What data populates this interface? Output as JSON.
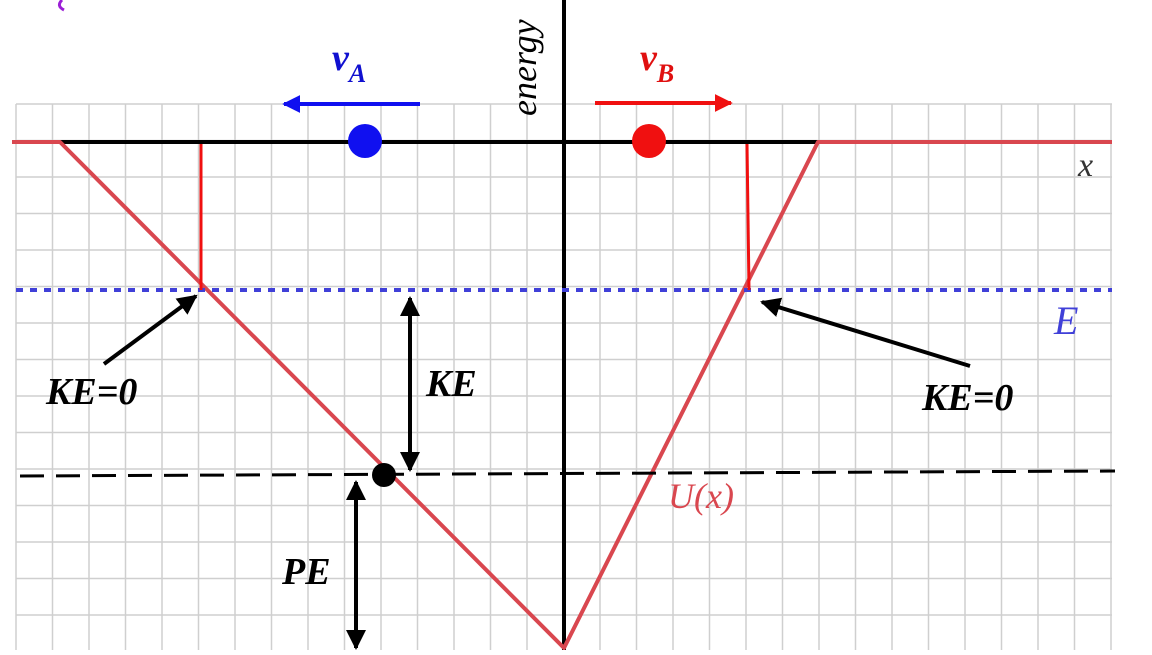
{
  "axes": {
    "y_label": "energy",
    "x_label": "x"
  },
  "labels": {
    "v_a_symbol": "v",
    "v_a_subscript": "A",
    "v_b_symbol": "v",
    "v_b_subscript": "B",
    "energy_line": "E",
    "potential_curve": "U(x)",
    "ke_zero_left": "KE=0",
    "ke_zero_right": "KE=0",
    "ke": "KE",
    "pe": "PE"
  },
  "colors": {
    "grid": "#cfcfcf",
    "potential": "#d9474f",
    "energy": "#4040d8",
    "particle_a": "#1010f0",
    "particle_b": "#f01010",
    "label_blue": "#1010d0",
    "label_red": "#e01010",
    "annotation": "#000000",
    "accent_purple": "#9b1fd6"
  }
}
